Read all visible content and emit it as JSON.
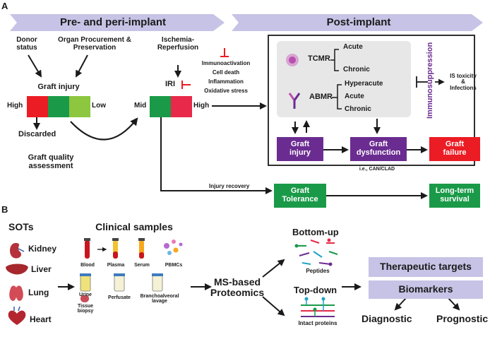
{
  "panel_a": {
    "letter": "A",
    "header_left": "Pre- and peri-implant",
    "header_right": "Post-implant",
    "donor_status": "Donor\nstatus",
    "organ_procurement": "Organ Procurement &\nPreservation",
    "ischemia_reperfusion": "Ischemia-\nReperfusion",
    "graft_injury_label": "Graft injury",
    "high_label": "High",
    "low_label": "Low",
    "discarded": "Discarded",
    "graft_quality": "Graft quality\nassessment",
    "iri": "IRI",
    "mid_label": "Mid",
    "high_label_2": "High",
    "iri_effects": [
      "Immunoactivation",
      "Cell death",
      "Inflammation",
      "Oxidative stress"
    ],
    "tcmr": "TCMR",
    "tcmr_types": [
      "Acute",
      "Chronic"
    ],
    "abmr": "ABMR",
    "abmr_types": [
      "Hyperacute",
      "Acute",
      "Chronic"
    ],
    "immunosuppression": "Immunosuppression",
    "is_toxicity": "IS toxicity\n&\nInfections",
    "box_graft_injury": "Graft\ninjury",
    "box_graft_dysfunction": "Graft\ndysfunction",
    "box_graft_failure": "Graft\nfailure",
    "ie_note": "i.e., CAN/CLAD",
    "injury_recovery": "Injury recovery",
    "box_graft_tolerance": "Graft\nTolerance",
    "box_long_term": "Long-term\nsurvival"
  },
  "panel_b": {
    "letter": "B",
    "sots_title": "SOTs",
    "organs": [
      "Kidney",
      "Liver",
      "Lung",
      "Heart"
    ],
    "clinical_title": "Clinical samples",
    "samples_row1": [
      "Blood",
      "Plasma",
      "Serum",
      "PBMCs"
    ],
    "samples_row2": [
      "Urine",
      "Perfusate",
      "Branchoalveoral\nlavage"
    ],
    "tissue_biopsy": "Tissue\nbiopsy",
    "ms_proteomics": "MS-based\nProteomics",
    "bottom_up": "Bottom-up",
    "peptides": "Peptides",
    "top_down": "Top-down",
    "intact_proteins": "Intact proteins",
    "therapeutic_targets": "Therapeutic targets",
    "biomarkers": "Biomarkers",
    "diagnostic": "Diagnostic",
    "prognostic": "Prognostic"
  },
  "colors": {
    "header_lavender": "#c6c3e6",
    "gray_box": "#e7e7e7",
    "purple": "#6b2c91",
    "green": "#1a9a48",
    "red": "#ec1c24",
    "light_green": "#8dc63f",
    "pink_red": "#e8294a"
  }
}
